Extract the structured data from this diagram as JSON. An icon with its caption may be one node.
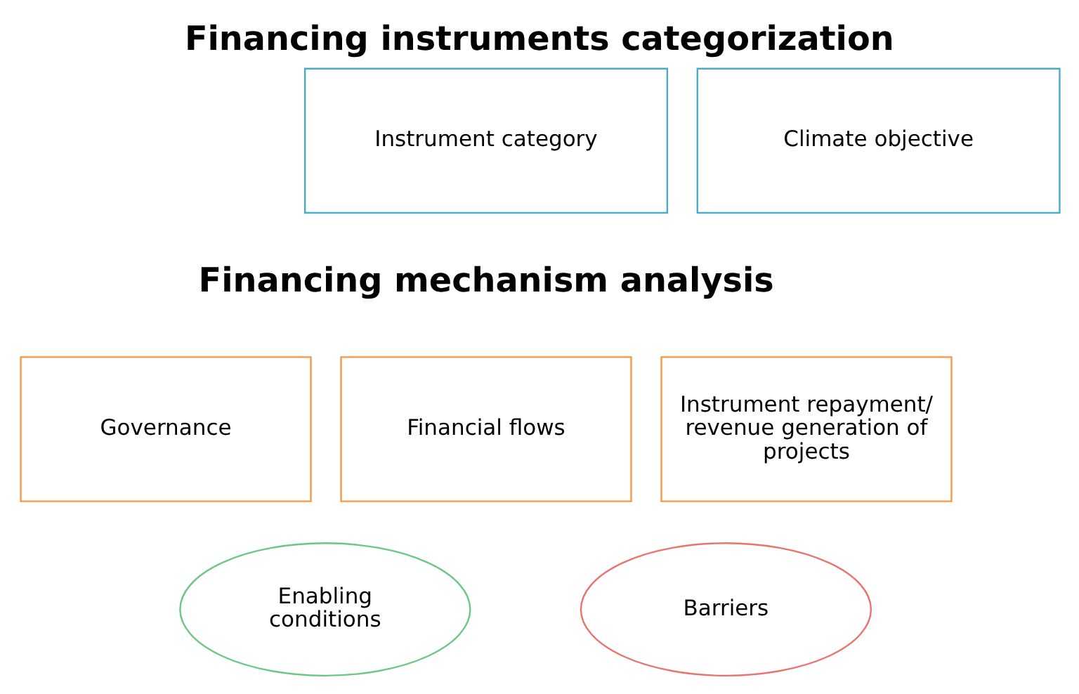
{
  "diagram": {
    "title": "Financing instruments categorization",
    "nodes": [
      {
        "text": [
          "Instrument category"
        ]
      },
      {
        "text": [
          "Climate objective"
        ]
      },
      {
        "text": [
          "Governance"
        ]
      },
      {
        "text": [
          "Financial flows"
        ]
      },
      {
        "text": [
          "Instrument repayment/ revenue generation of projects"
        ]
      },
      {
        "text": [
          "Enabling conditions"
        ]
      },
      {
        "text": [
          "Barriers"
        ]
      }
    ],
    "edges": [],
    "labels": [
      "Financing mechanism analysis"
    ]
  }
}
